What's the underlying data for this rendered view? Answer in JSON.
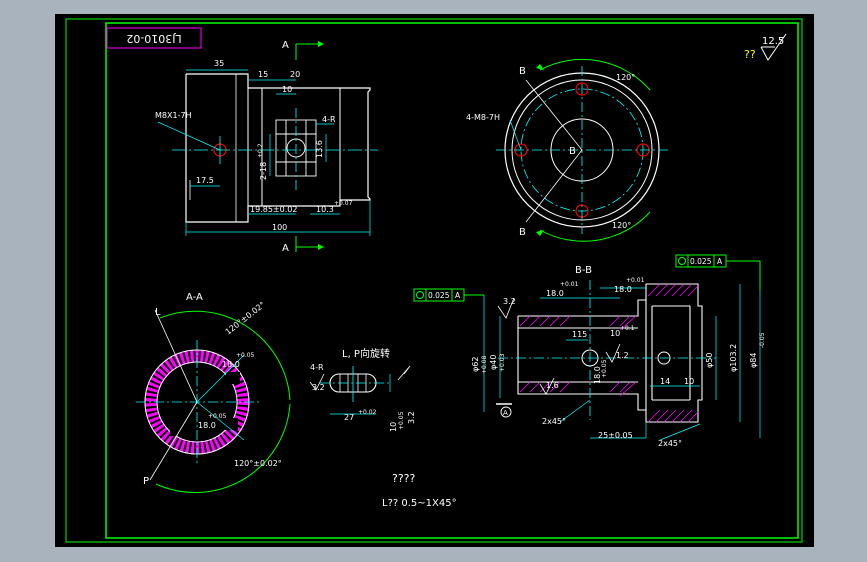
{
  "colors": {
    "background": "#000000",
    "frame": "#00ff00",
    "outline": "#ffffff",
    "dimension": "#00ffff",
    "centerline": "#00ffff",
    "hatch": "#ff00ff",
    "marker": "#ff0000",
    "tolerance": "#00ff00",
    "viewport": "#a9b3bd"
  },
  "title_block": {
    "part_code": "LJ3010-02"
  },
  "surface_finish": {
    "prefix": "??",
    "value": "12.5"
  },
  "front_view": {
    "cut_a_top": "A",
    "cut_a_bottom": "A",
    "dim_35": "35",
    "dim_15": "15",
    "dim_20": "20",
    "dim_10": "10",
    "thread_label": "M8X1-7H",
    "radius_label": "4-R",
    "dim_175": "17.5",
    "dim_2_18": "2-18",
    "dim_2_18_tol": "+0.2",
    "dim_136": "13.6",
    "dim_1985": "19.85±0.02",
    "dim_103": "10.3",
    "dim_103_tol": "+0.07",
    "dim_100": "100"
  },
  "top_view": {
    "cut_b_top": "B",
    "cut_b_bottom": "B",
    "center_label": "B",
    "thread_label": "4-M8-7H",
    "angle_top": "120°",
    "angle_bottom": "120°"
  },
  "section_aa": {
    "title": "A-A",
    "label_l": "L",
    "label_p": "P",
    "angle_top": "120°±0.02°",
    "dim_18_tol": "+0.05",
    "dim_18": "18.0",
    "dim_18_inner_tol": "+0.05",
    "dim_18_inner": "18.0",
    "angle_bottom": "120°±0.02°"
  },
  "slot_view": {
    "title": "L, P向旋转",
    "radius_label": "4-R",
    "finish": "3.2",
    "dim_27": "27",
    "dim_27_tol": "+0.02",
    "dim_10": "10",
    "dim_10_tol": "+0.05",
    "finish_side": "3.2"
  },
  "section_bb": {
    "title": "B-B",
    "runout_left": "0.025",
    "datum_left": "A",
    "runout_right": "0.025",
    "datum_right": "A",
    "finish_32": "3.2",
    "finish_12": "1.2",
    "finish_16": "1.6",
    "dim_18_top_tol": "+0.01",
    "dim_18_top": "18.0",
    "dim_18_right_tol": "+0.01",
    "dim_18_right": "18.0",
    "dim_115": "115",
    "dim_10_tol": "+0.1",
    "dim_10": "10",
    "dim_62": "φ62",
    "dim_62_tol": "+0.08",
    "dim_40": "φ40",
    "dim_40_tol": "+0.03",
    "dim_18v_tol": "+0.05",
    "dim_18v": "18.0",
    "dim_50": "φ50",
    "dim_103": "φ103.2",
    "dim_84": "φ84",
    "dim_84_tol": "-0.05",
    "dim_14": "14",
    "dim_10b": "10",
    "datum_a": "A",
    "chamfer_left": "2x45°",
    "chamfer_right": "2x45°",
    "dim_25": "25±0.05"
  },
  "notes": {
    "title": "????",
    "line1": "L?? 0.5~1X45°"
  }
}
